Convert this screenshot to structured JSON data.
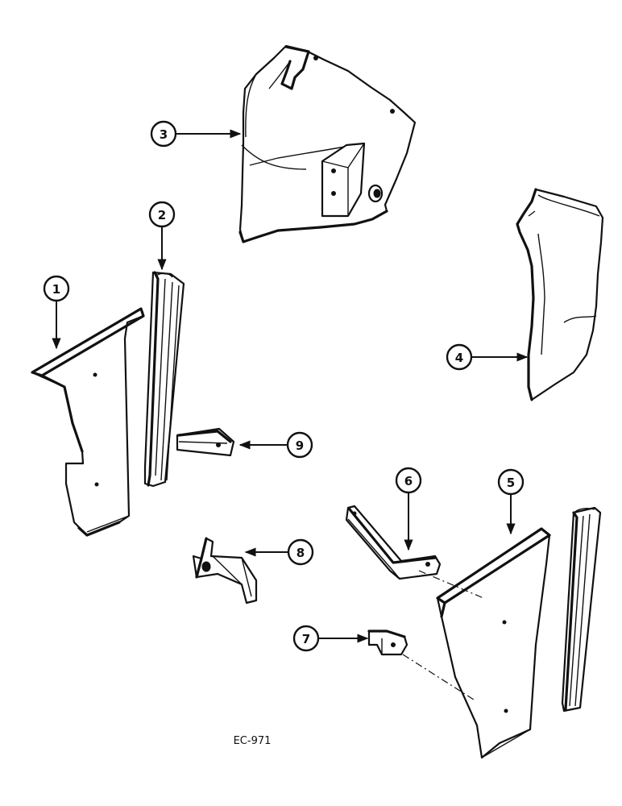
{
  "diagram": {
    "figure_code": "EC-971",
    "callouts": [
      "1",
      "2",
      "3",
      "4",
      "5",
      "6",
      "7",
      "8",
      "9"
    ]
  },
  "colors": {
    "ink": "#111111",
    "paper": "#ffffff"
  }
}
